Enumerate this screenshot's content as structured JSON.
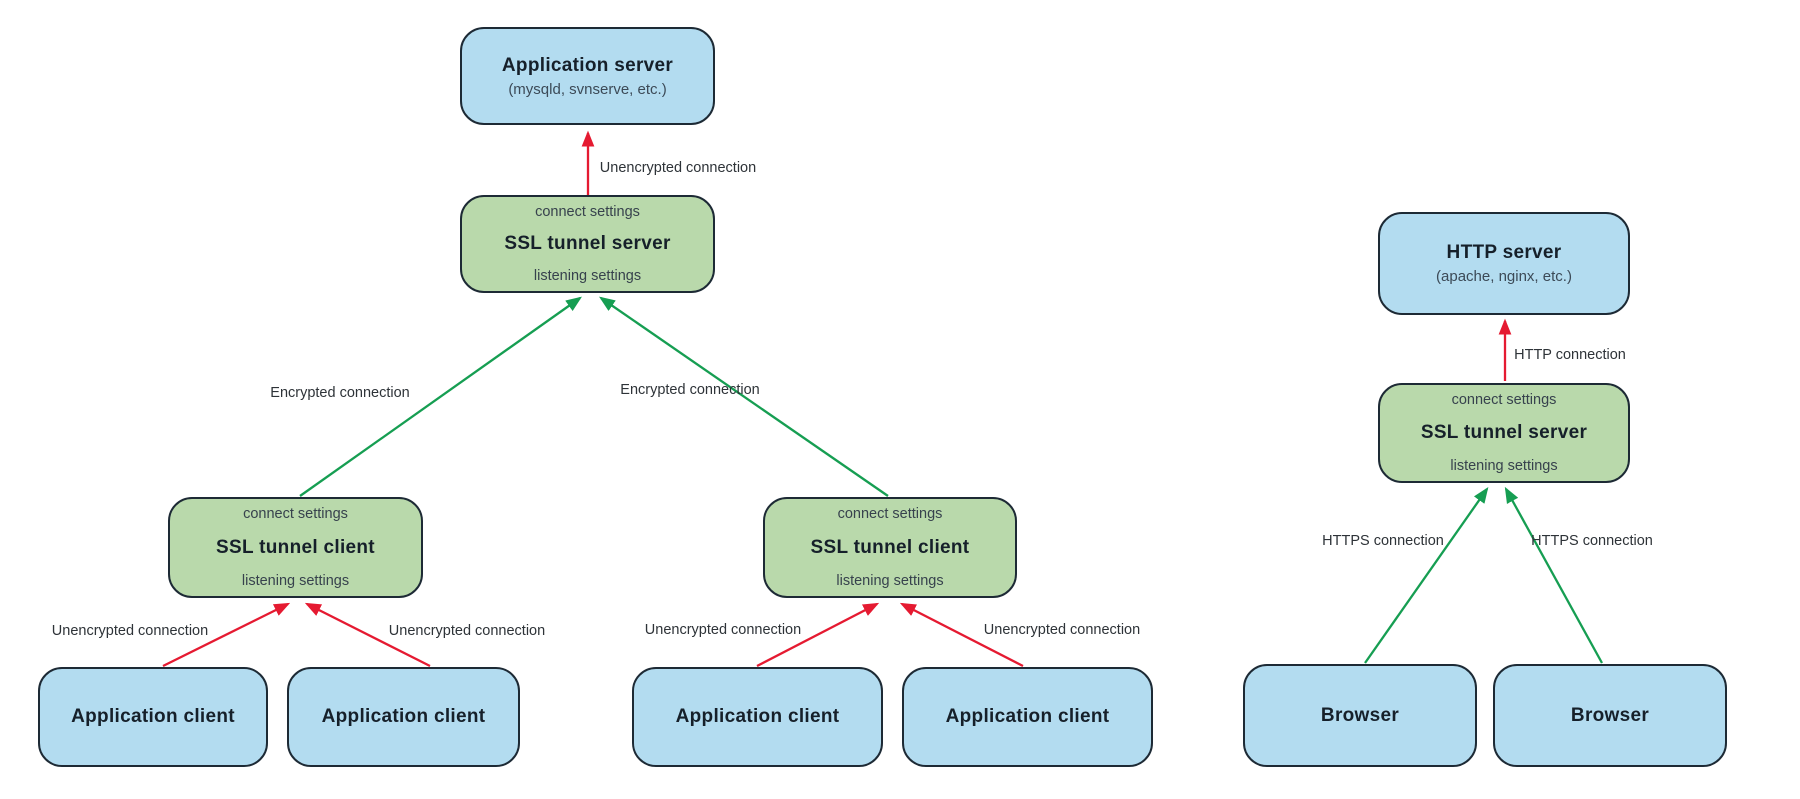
{
  "colors": {
    "red_arrow": "#e51a31",
    "green_arrow": "#169e52",
    "box_border": "#1d2a35",
    "server_box_fill": "#b3dcf0",
    "tunnel_box_fill": "#b9d9ab",
    "title_text": "#16202a",
    "subtitle_text": "#3c4a57",
    "mini_text": "#37424d",
    "label_text": "#2e3338"
  },
  "nodes": {
    "app_server": {
      "title": "Application server",
      "subtitle": "(mysqld, svnserve, etc.)"
    },
    "ssl_tunnel_server_left": {
      "top_label": "connect settings",
      "title": "SSL tunnel server",
      "bottom_label": "listening settings"
    },
    "ssl_tunnel_client_left": {
      "top_label": "connect settings",
      "title": "SSL tunnel client",
      "bottom_label": "listening settings"
    },
    "ssl_tunnel_client_mid": {
      "top_label": "connect settings",
      "title": "SSL tunnel client",
      "bottom_label": "listening settings"
    },
    "app_client_1": {
      "title": "Application client"
    },
    "app_client_2": {
      "title": "Application client"
    },
    "app_client_3": {
      "title": "Application client"
    },
    "app_client_4": {
      "title": "Application client"
    },
    "http_server": {
      "title": "HTTP server",
      "subtitle": "(apache, nginx, etc.)"
    },
    "ssl_tunnel_server_right": {
      "top_label": "connect settings",
      "title": "SSL tunnel server",
      "bottom_label": "listening settings"
    },
    "browser_1": {
      "title": "Browser"
    },
    "browser_2": {
      "title": "Browser"
    }
  },
  "edge_labels": {
    "unencrypted_app_server": "Unencrypted connection",
    "encrypted_left": "Encrypted connection",
    "encrypted_right": "Encrypted connection",
    "unencrypted_client_left_a": "Unencrypted connection",
    "unencrypted_client_left_b": "Unencrypted connection",
    "unencrypted_client_mid_a": "Unencrypted connection",
    "unencrypted_client_mid_b": "Unencrypted connection",
    "http_connection": "HTTP connection",
    "https_connection_left": "HTTPS connection",
    "https_connection_right": "HTTPS connection"
  }
}
